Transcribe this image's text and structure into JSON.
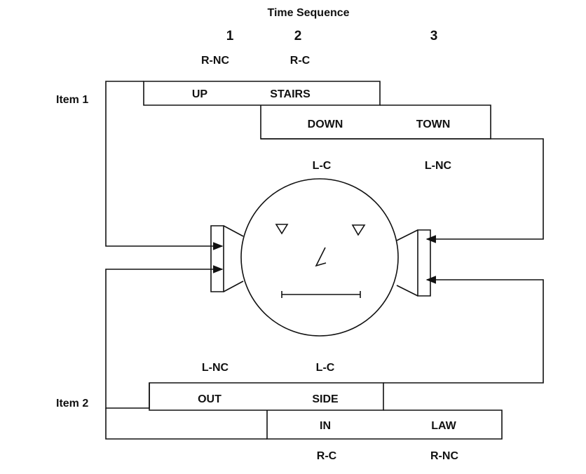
{
  "title": "Time Sequence",
  "time_steps": [
    "1",
    "2",
    "3"
  ],
  "top_channel_labels": [
    "R-NC",
    "R-C"
  ],
  "mid_top_labels": [
    "L-C",
    "L-NC"
  ],
  "mid_bottom_labels": [
    "L-NC",
    "L-C"
  ],
  "bottom_channel_labels": [
    "R-C",
    "R-NC"
  ],
  "item1": {
    "label": "Item 1",
    "word_a": [
      "UP",
      "STAIRS"
    ],
    "word_b": [
      "DOWN",
      "TOWN"
    ]
  },
  "item2": {
    "label": "Item 2",
    "word_a": [
      "OUT",
      "SIDE"
    ],
    "word_b": [
      "IN",
      "LAW"
    ]
  }
}
